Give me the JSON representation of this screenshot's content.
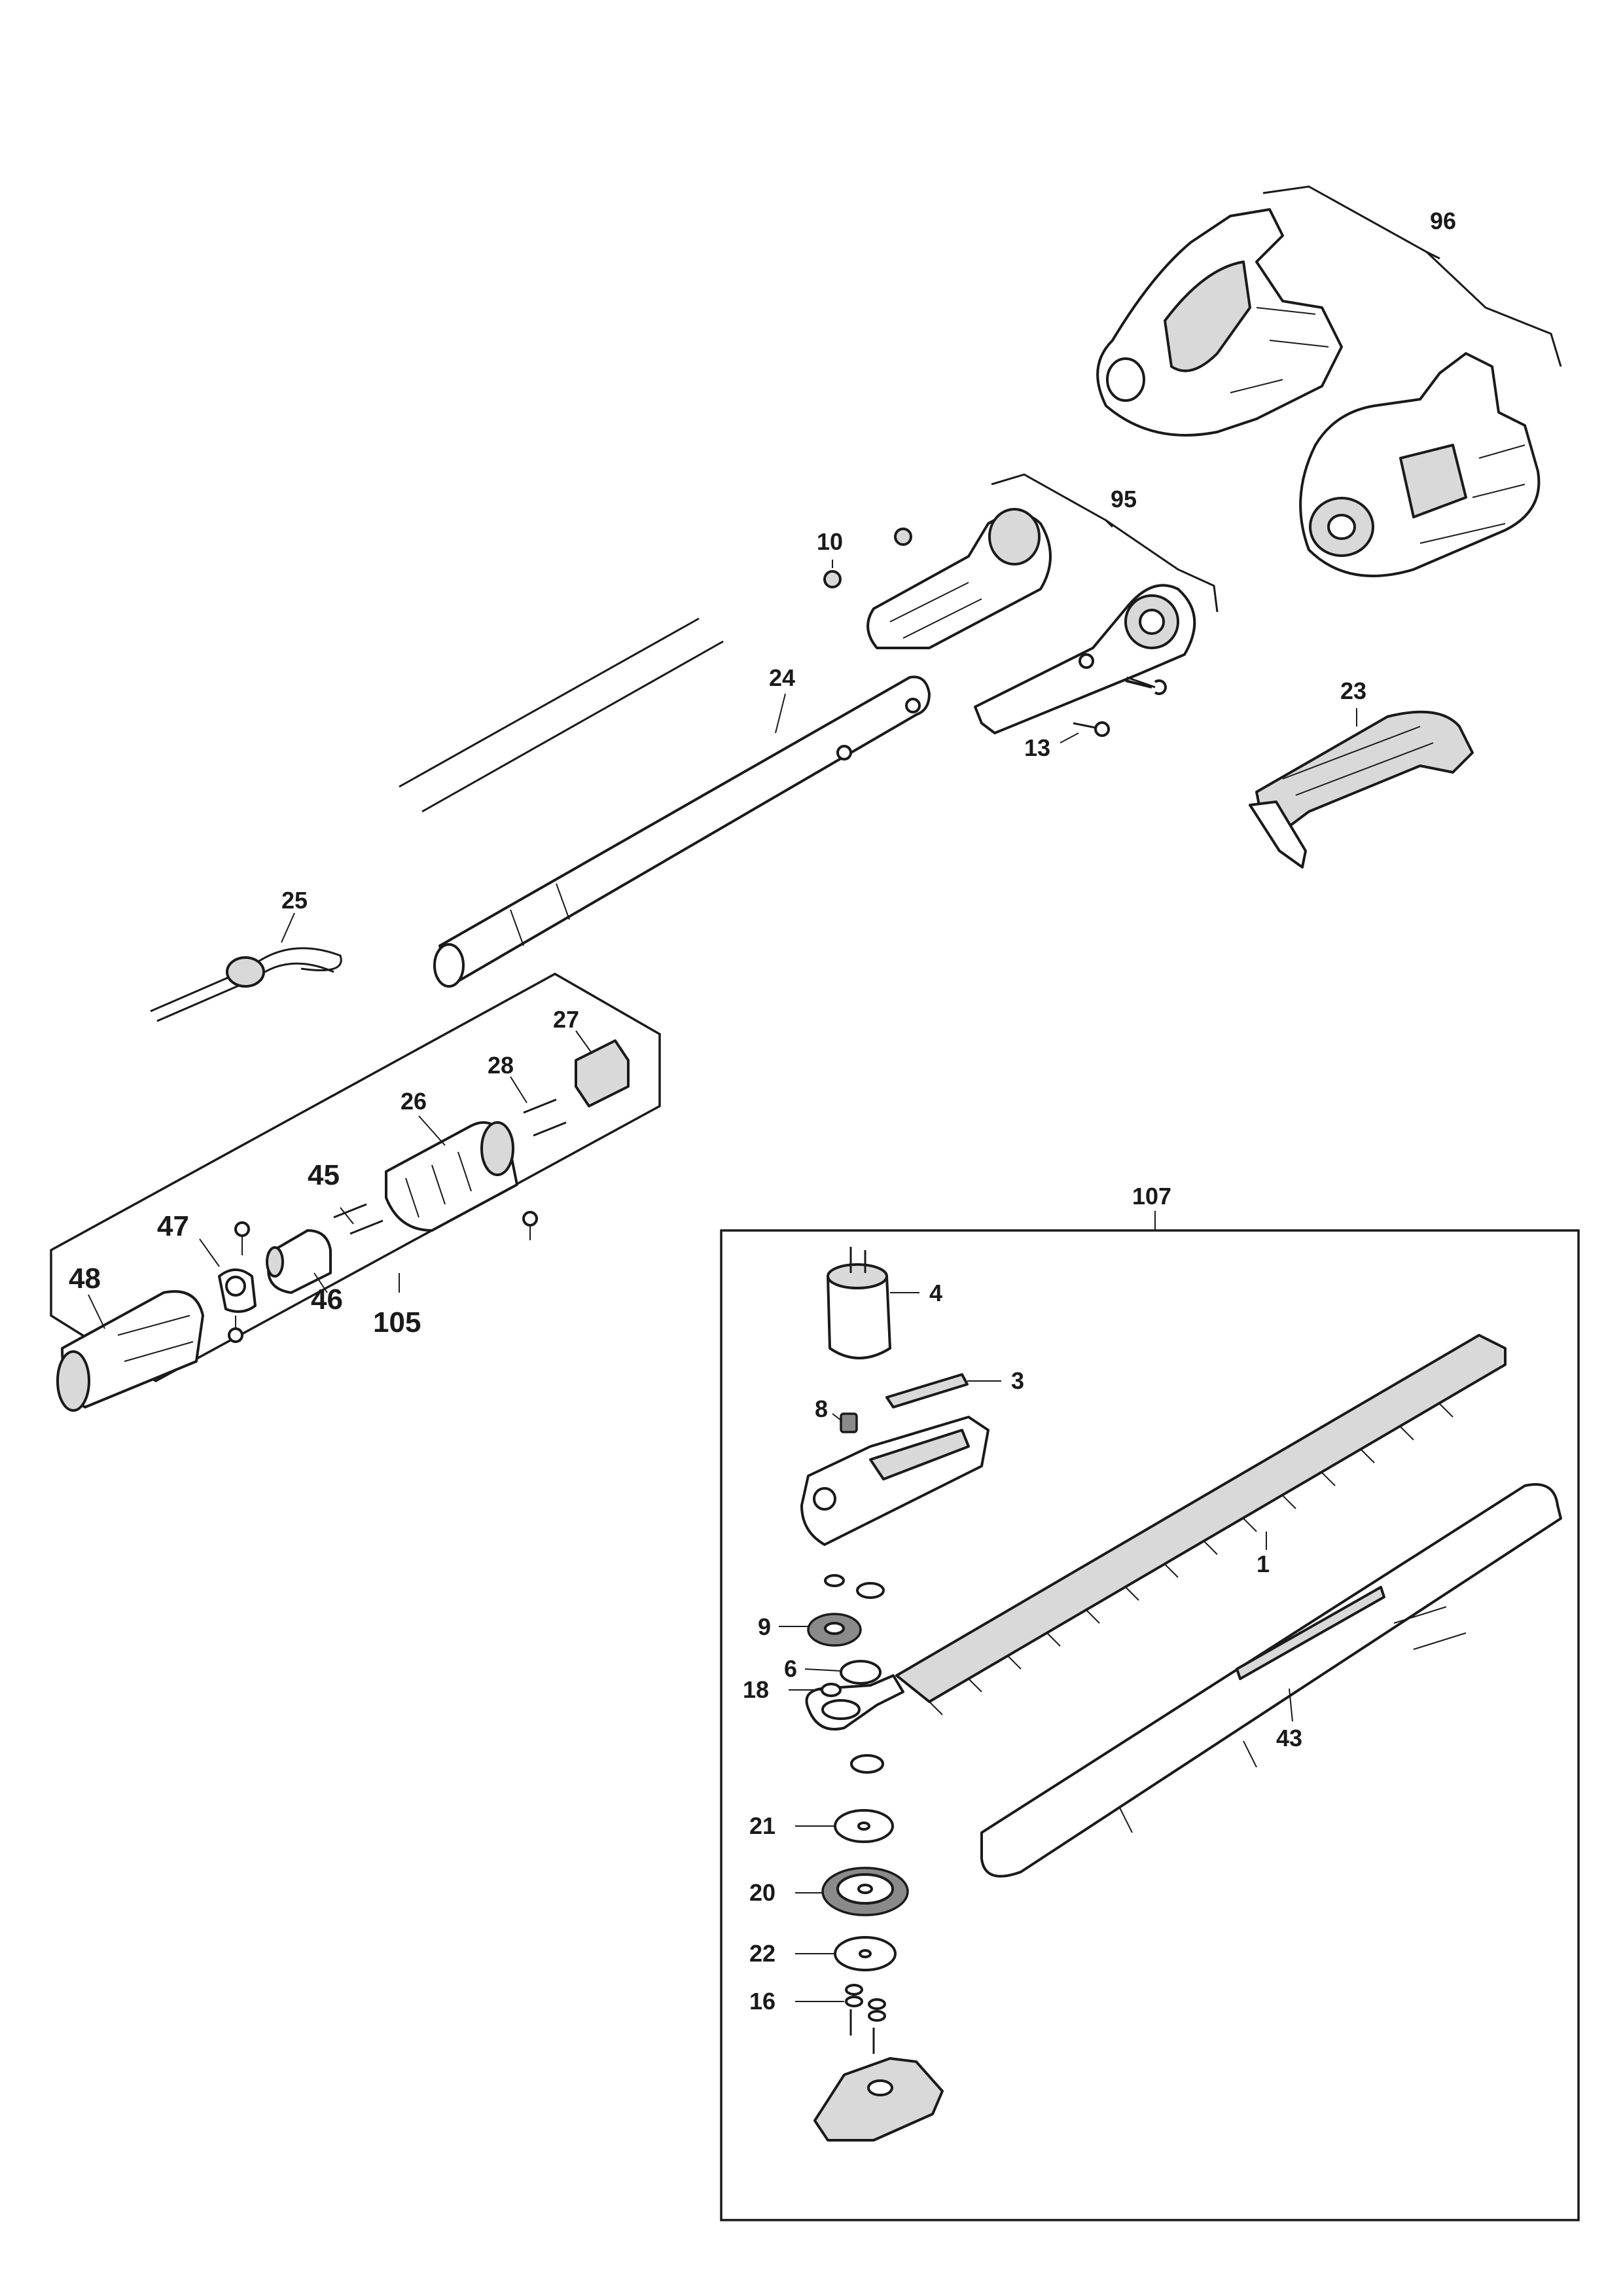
{
  "labels": {
    "p1": "1",
    "p3": "3",
    "p4": "4",
    "p6": "6",
    "p8": "8",
    "p9": "9",
    "p10": "10",
    "p13": "13",
    "p16": "16",
    "p18": "18",
    "p20": "20",
    "p21": "21",
    "p22": "22",
    "p23": "23",
    "p24": "24",
    "p25": "25",
    "p26": "26",
    "p27": "27",
    "p28": "28",
    "p43": "43",
    "p45": "45",
    "p46": "46",
    "p47": "47",
    "p48": "48",
    "p95": "95",
    "p96": "96",
    "p105": "105",
    "p107": "107"
  },
  "colors": {
    "ink": "#1a1a1a",
    "part_fill": "#ffffff",
    "shade": "#d9d9d9",
    "dark_shade": "#8a8a8a"
  }
}
